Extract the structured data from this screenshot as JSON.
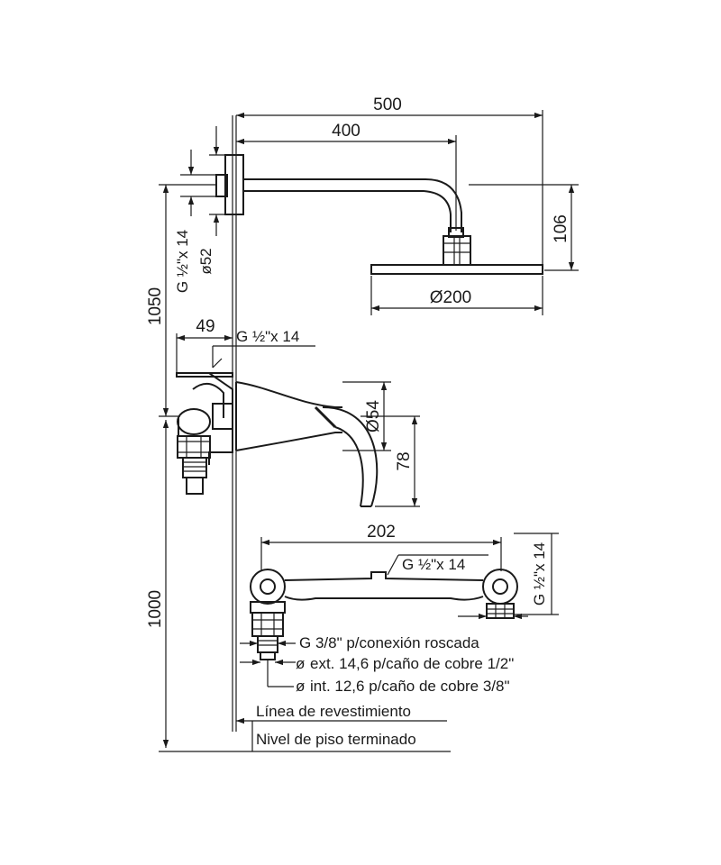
{
  "dimensions": {
    "d500": "500",
    "d400": "400",
    "d106": "106",
    "d200": "Ø200",
    "d1050": "1050",
    "d49": "49",
    "d54": "Ø54",
    "d78": "78",
    "d1000": "1000",
    "d202": "202",
    "d52": "ø52"
  },
  "threads": {
    "arm_thread": "G ½\"x 14",
    "spout_thread": "G ½\"x 14",
    "bar_thread": "G ½\"x 14",
    "side_thread": "G ½\"x 14"
  },
  "notes": {
    "conn": "G 3/8\" p/conexión roscada",
    "ext": "ext. 14,6 p/caño de cobre 1/2\"",
    "int": "int. 12,6 p/caño de cobre 3/8\""
  },
  "references": {
    "wall_line": "Línea de revestimiento",
    "floor_line": "Nivel de piso terminado"
  },
  "icons": {
    "dim_arrow": "arrowhead-icon",
    "diameter": "diameter-symbol-icon"
  }
}
